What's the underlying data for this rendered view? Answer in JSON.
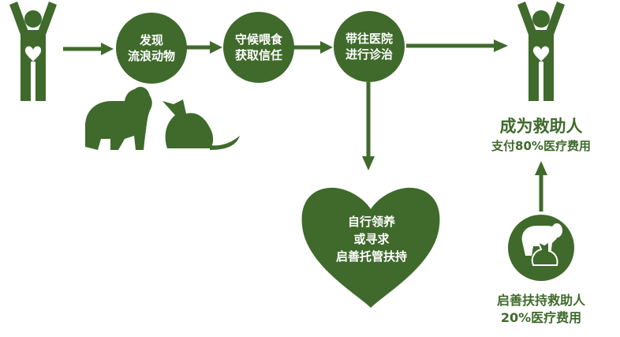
{
  "colors": {
    "primary": "#3f6a2b",
    "text_on_primary": "#ffffff",
    "background": "#ffffff"
  },
  "icons": {
    "start_person": "person-heart-icon",
    "end_person": "person-heart-icon",
    "animals": "dog-cat-silhouette-icon",
    "rescuer": "dog-cat-circle-icon"
  },
  "steps": [
    {
      "line1": "发现",
      "line2": "流浪动物"
    },
    {
      "line1": "守候喂食",
      "line2": "获取信任"
    },
    {
      "line1": "带往医院",
      "line2": "进行诊治"
    }
  ],
  "heart": {
    "line1": "自行领养",
    "line2": "或寻求",
    "line3": "启善托管扶持"
  },
  "outcome_rescuer": {
    "title": "成为救助人",
    "detail": "支付80%医疗费用"
  },
  "outcome_fund": {
    "title": "启善扶持救助人",
    "detail": "20%医疗费用"
  }
}
